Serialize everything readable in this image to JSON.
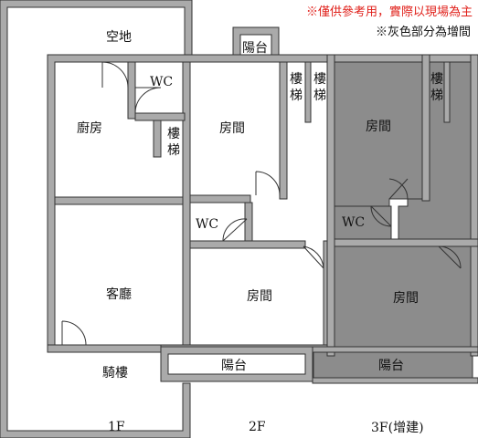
{
  "notes": {
    "disclaimer": "※僅供參考用，實際以現場為主",
    "legend": "※灰色部分為增間"
  },
  "colors": {
    "wall": "#aaaaaa",
    "wall_stroke": "#333333",
    "addition_fill": "#8c8c8c",
    "annotation_red": "#e0201a"
  },
  "rooms": {
    "open_space": "空地",
    "balcony_top": "陽台",
    "kitchen": "廚房",
    "wc_1f": "WC",
    "stairs_1f": "樓梯",
    "living_room": "客廳",
    "arcade": "騎樓",
    "room_2f_top": "房間",
    "stairs_2f_a": "樓梯",
    "stairs_2f_b": "樓梯",
    "wc_2f": "WC",
    "room_2f_bottom": "房間",
    "balcony_2f": "陽台",
    "room_3f_top": "房間",
    "stairs_3f": "樓梯",
    "wc_3f": "WC",
    "room_3f_bottom": "房間",
    "balcony_3f": "陽台"
  },
  "floors": {
    "f1": "1F",
    "f2": "2F",
    "f3": "3F(增建)"
  }
}
